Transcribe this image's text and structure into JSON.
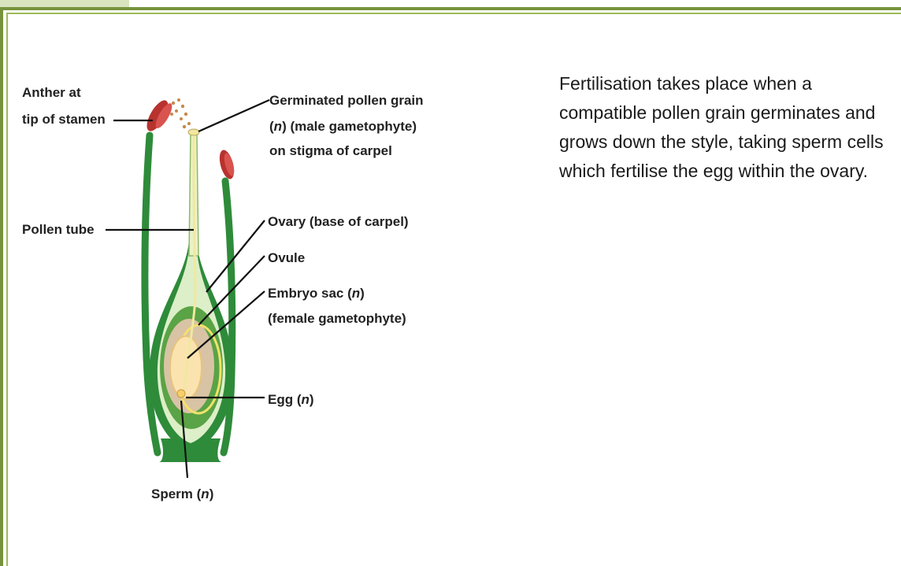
{
  "diagram": {
    "labels": {
      "anther_l1": "Anther at",
      "anther_l2": "tip of stamen",
      "pollen_grain_l1": "Germinated pollen grain",
      "pollen_grain_l2a": "(",
      "pollen_grain_l2n": "n",
      "pollen_grain_l2b": ") (male gametophyte)",
      "pollen_grain_l3": "on stigma of carpel",
      "pollen_tube": "Pollen tube",
      "ovary": "Ovary (base of carpel)",
      "ovule": "Ovule",
      "embryo_l1a": "Embryo sac (",
      "embryo_l1n": "n",
      "embryo_l1b": ")",
      "embryo_l2": "(female gametophyte)",
      "egg_a": "Egg (",
      "egg_n": "n",
      "egg_b": ")",
      "sperm_a": "Sperm (",
      "sperm_n": "n",
      "sperm_b": ")"
    },
    "colors": {
      "stem_green": "#2e8b3a",
      "dark_green": "#1f6f2a",
      "light_green": "#a6d08a",
      "pale_green": "#dcefc8",
      "ovule_tan": "#d9c3a5",
      "embryo_cream": "#fbe3b0",
      "pollen_yellow": "#f1e8a0",
      "anther_red": "#b8322e",
      "line": "#111111"
    }
  },
  "description": "Fertilisation takes place when a compatible pollen grain germinates and grows down the style, taking sperm cells which fertilise the egg within the ovary."
}
